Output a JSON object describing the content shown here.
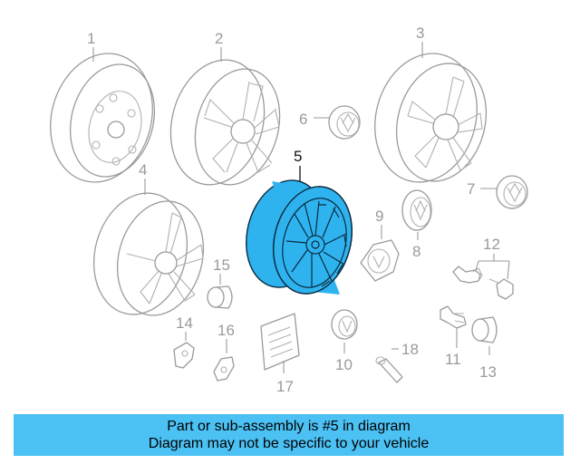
{
  "callouts": {
    "c1": "1",
    "c2": "2",
    "c3": "3",
    "c4": "4",
    "c5": "5",
    "c6": "6",
    "c7": "7",
    "c8": "8",
    "c9": "9",
    "c10": "10",
    "c11": "11",
    "c12": "12",
    "c13": "13",
    "c14": "14",
    "c15": "15",
    "c16": "16",
    "c17": "17",
    "c18": "18"
  },
  "highlight_part": "5",
  "colors": {
    "highlight_fill": "#2fb3ee",
    "banner_bg": "#4cc1f4",
    "line_art": "#9a9a9a"
  },
  "banner": {
    "line1": "Part or sub-assembly is #5 in diagram",
    "line2": "Diagram may not be specific to your vehicle"
  }
}
